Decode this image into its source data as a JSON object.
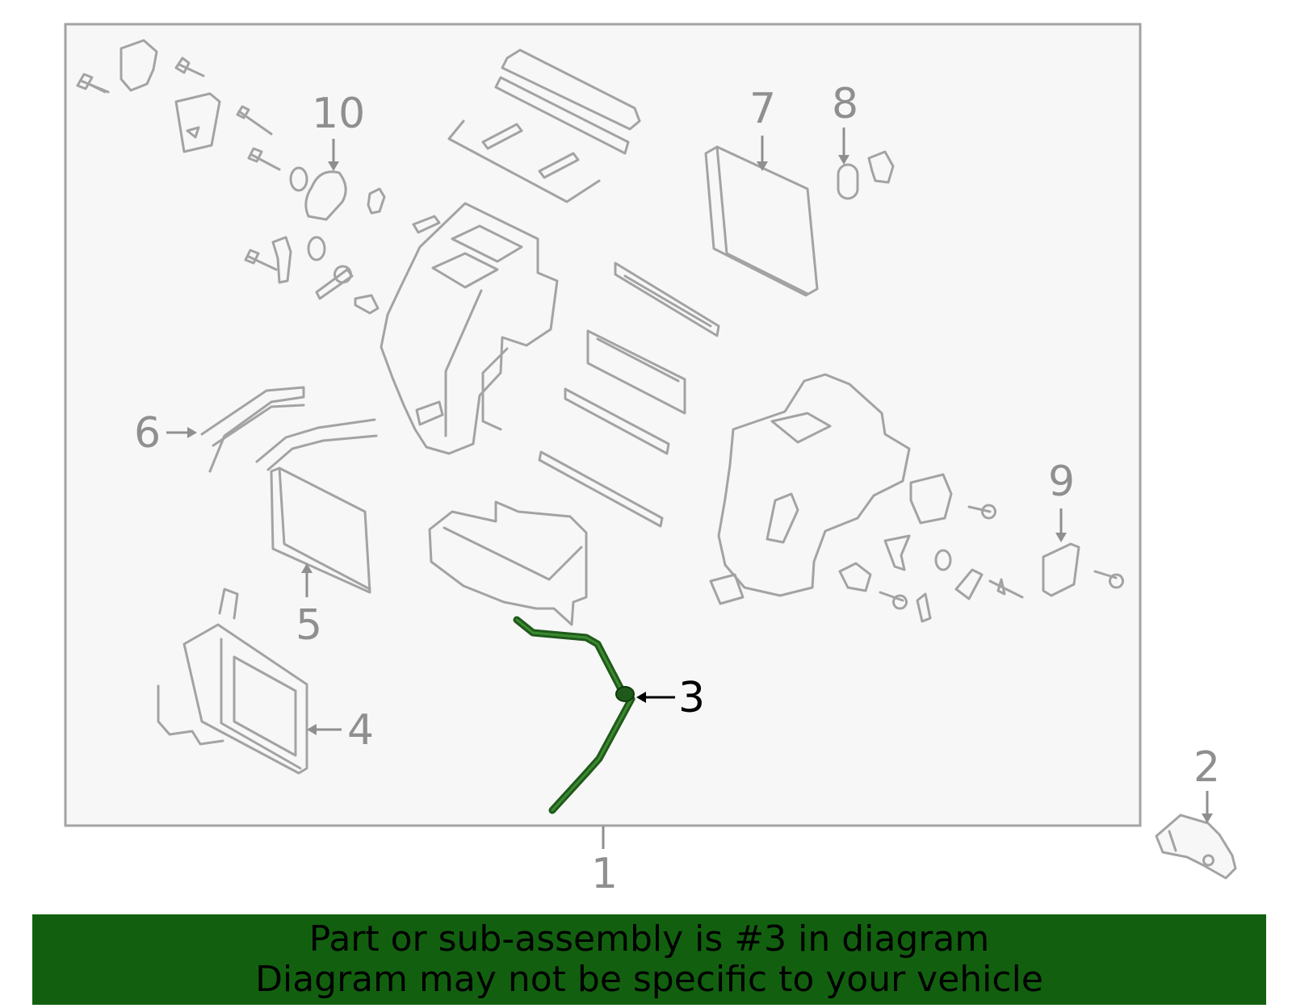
{
  "callouts": {
    "c1": "1",
    "c2": "2",
    "c3": "3",
    "c4": "4",
    "c5": "5",
    "c6": "6",
    "c7": "7",
    "c8": "8",
    "c9": "9",
    "c10": "10"
  },
  "highlighted_part": "3",
  "colors": {
    "highlight_part": "#1f5a1a",
    "banner_background": "#12600f",
    "frame": "#a3a3a3",
    "callout_text": "#8f8f8f"
  },
  "banner": {
    "line1": "Part or sub-assembly is #3 in diagram",
    "line2": "Diagram may not be specific to your vehicle"
  }
}
